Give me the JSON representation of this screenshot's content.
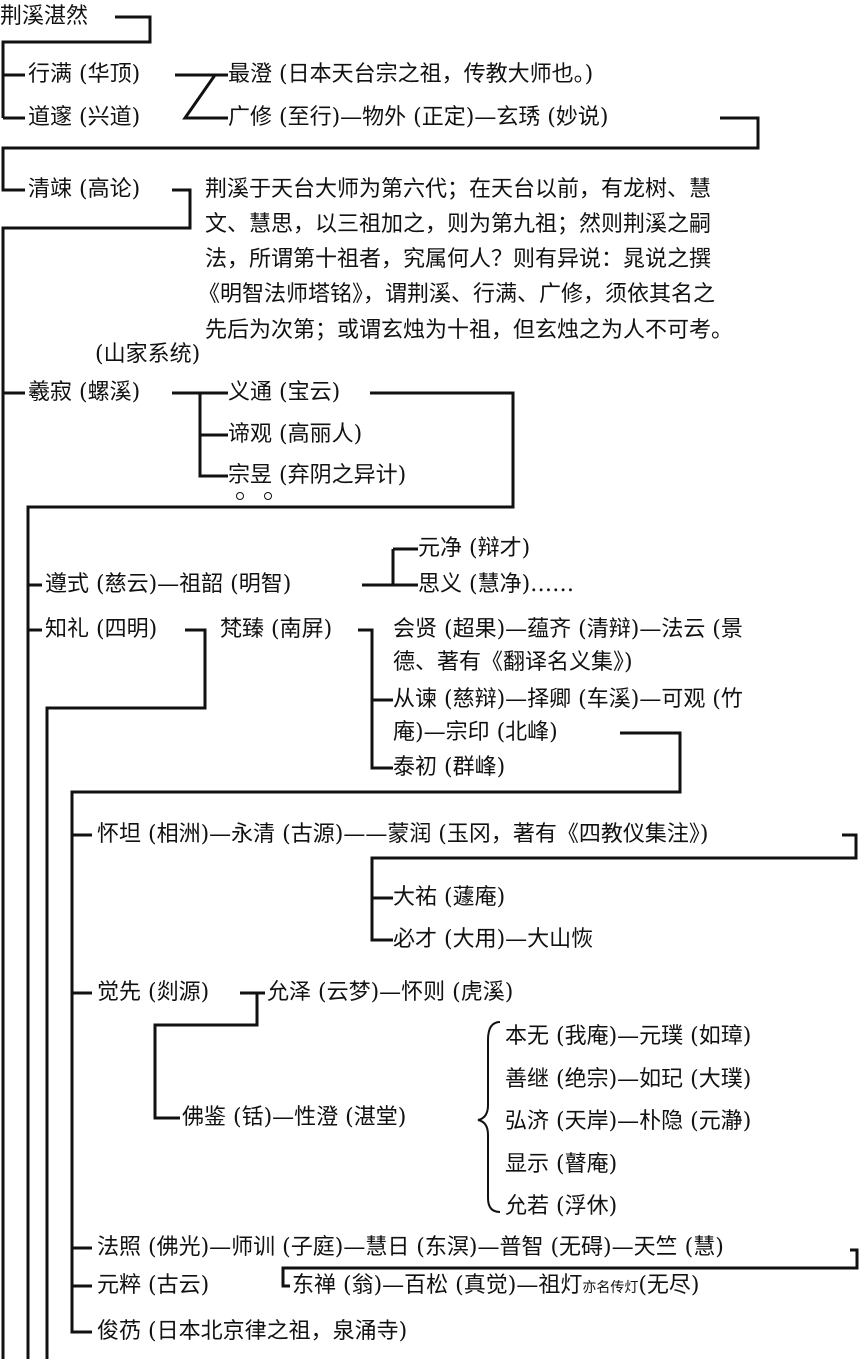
{
  "root": "荆溪湛然",
  "gen1": {
    "xingman": "行满 (华顶)",
    "zuicheng": "最澄 (日本天台宗之祖，传教大师也。)",
    "daosui": "道邃 (兴道)",
    "guangxiu_line": "广修 (至行)—物外 (正定)—玄琇 (妙说)"
  },
  "qingsong": "清竦 (高论)",
  "note": [
    "荆溪于天台大师为第六代；在天台以前，有龙树、慧",
    "文、慧思，以三祖加之，则为第九祖；然则荆溪之嗣",
    "法，所谓第十祖者，究属何人？则有异说：晁说之撰",
    "《明智法师塔铭》，谓荆溪、行满、广修，须依其名之",
    "先后为次第；或谓玄烛为十祖，但玄烛之为人不可考。"
  ],
  "shanjia_label": "(山家系统)",
  "xiji": "羲寂 (螺溪)",
  "xiji_children": [
    "义通 (宝云)",
    "谛观 (高丽人)",
    "宗昱 (弃阴之异计)"
  ],
  "zunshi_line": "遵式 (慈云)—祖韶 (明智)",
  "zushao_children": [
    "元净 (辩才)",
    "思义 (慧净)……"
  ],
  "zhili": "知礼 (四明)",
  "fanzhen": "梵臻 (南屏)",
  "fanzhen_children": [
    "会贤 (超果)—蕴齐 (清辩)—法云 (景",
    "德、著有《翻译名义集》)",
    "从谏 (慈辩)—择卿 (车溪)—可观 (竹",
    "庵)—宗印 (北峰)",
    "泰初 (群峰)"
  ],
  "huaitan_line": "怀坦 (相洲)—永清 (古源)——蒙润 (玉冈，著有《四教仪集注》)",
  "mengrun_children": [
    "大祐 (蘧庵)",
    "必才 (大用)—大山恢"
  ],
  "juexian": "觉先 (剡源)",
  "yunze_line": "允泽 (云梦)—怀则 (虎溪)",
  "fojian_line": "佛鉴 (铦)—性澄 (湛堂)",
  "xingcheng_children": [
    "本无 (我庵)—元璞 (如璋)",
    "善继 (绝宗)—如玘 (大璞)",
    "弘济 (天岸)—朴隐 (元瀞)",
    "显示 (瞽庵)",
    "允若 (浮休)"
  ],
  "fazhao_line": "法照 (佛光)—师训 (子庭)—慧日 (东溟)—普智 (无碍)—天竺 (慧)",
  "yuancui": "元粹 (古云)",
  "dongchan_line": {
    "main": "东禅 (翁)—百松 (真觉)—祖灯",
    "alias": "亦名传灯",
    "tail": "(无尽)"
  },
  "junrong": "俊芿 (日本北京律之祖，泉涌寺)"
}
